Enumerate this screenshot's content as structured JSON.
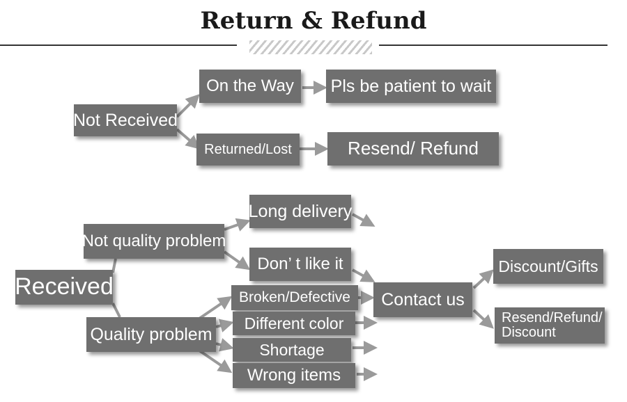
{
  "title": "Return & Refund",
  "colors": {
    "box": "#6f6f6f",
    "text": "#ffffff",
    "arrow": "#9a9a9a"
  },
  "nodes": {
    "not_received": "Not Received",
    "on_the_way": "On the Way",
    "pls_wait": "Pls be patient to wait",
    "returned_lost": "Returned/Lost",
    "resend_refund": "Resend/ Refund",
    "received": "Received",
    "not_quality_problem": "Not quality problem",
    "long_delivery": "Long delivery",
    "dont_like_it": "Don’ t like it",
    "quality_problem": "Quality problem",
    "broken_defective": "Broken/Defective",
    "different_color": "Different color",
    "shortage": "Shortage",
    "wrong_items": "Wrong items",
    "contact_us": "Contact us",
    "discount_gifts": "Discount/Gifts",
    "resend_refund_discount": "Resend/Refund/ Discount"
  }
}
